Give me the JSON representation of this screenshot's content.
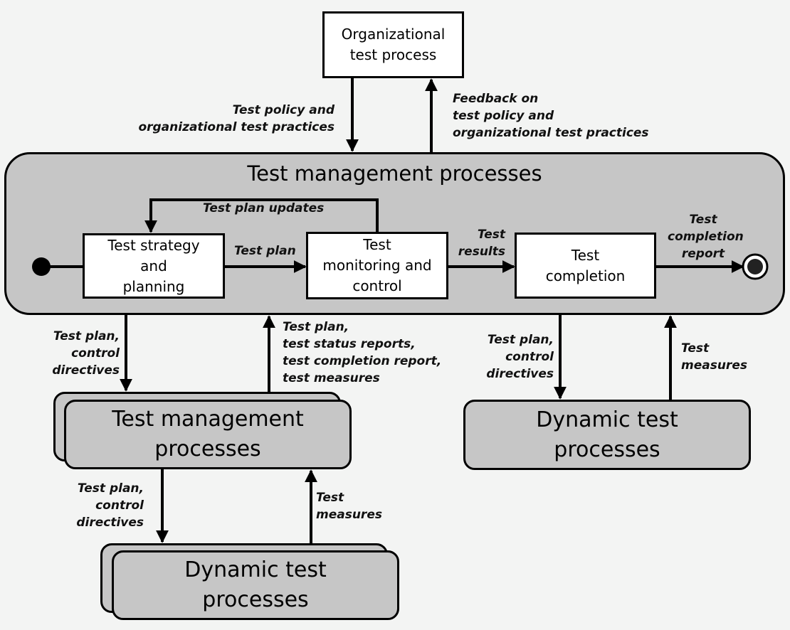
{
  "nodes": {
    "organizational": "Organizational\ntest process",
    "main_container_title": "Test management processes",
    "strategy": "Test strategy\nand\nplanning",
    "monitoring": "Test\nmonitoring and\ncontrol",
    "completion": "Test\ncompletion",
    "sub_test_management": "Test management\nprocesses",
    "sub_dynamic_right": "Dynamic test\nprocesses",
    "sub_dynamic_bottom": "Dynamic test\nprocesses"
  },
  "edges": {
    "policy_down": "Test policy and\norganizational test practices",
    "feedback_up": "Feedback on\ntest policy and\norganizational test practices",
    "plan_updates": "Test plan updates",
    "test_plan": "Test plan",
    "test_results": "Test\nresults",
    "completion_report": "Test\ncompletion\nreport",
    "mgmt_down": "Test plan,\ncontrol\ndirectives",
    "mgmt_up": "Test plan,\ntest status reports,\ntest completion report,\ntest measures",
    "dyn_right_down": "Test plan,\ncontrol\ndirectives",
    "dyn_right_up": "Test\nmeasures",
    "dyn_bottom_down": "Test plan,\ncontrol\ndirectives",
    "dyn_bottom_up": "Test\nmeasures"
  }
}
